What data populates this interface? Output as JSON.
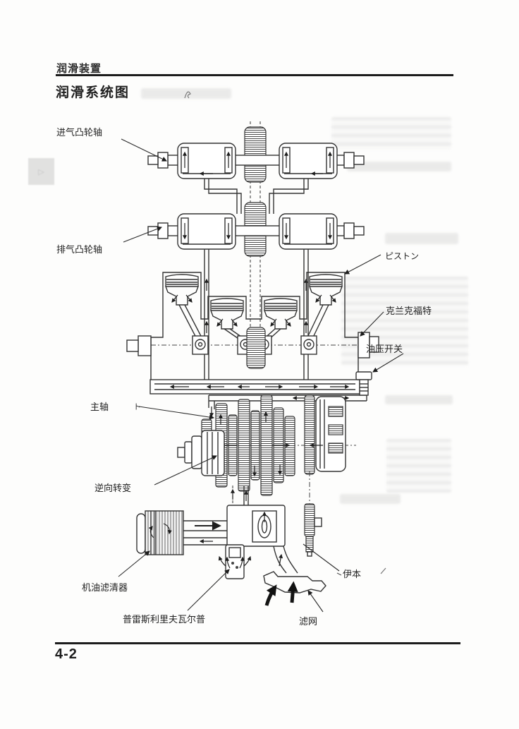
{
  "page": {
    "header": "润滑装置",
    "title": "润滑系统图",
    "page_number": "4-2"
  },
  "diagram": {
    "labels": {
      "intake_camshaft": "进气凸轮轴",
      "exhaust_camshaft": "排气凸轮轴",
      "piston": "ピストン",
      "crankshaft": "克兰克福特",
      "oil_pressure_switch": "油压开关",
      "main_shaft": "主轴",
      "main_shaft_tick": "ト",
      "reverse_converter": "逆向转变",
      "oil_filter": "机油滤清器",
      "pressure_relief_valve": "普雷斯利里夫瓦尔普",
      "oil_pump": "伊本",
      "strainer": "滤网"
    },
    "colors": {
      "ink": "#2b2b2b",
      "faint_bleedthrough": "#dcdcdb"
    }
  }
}
